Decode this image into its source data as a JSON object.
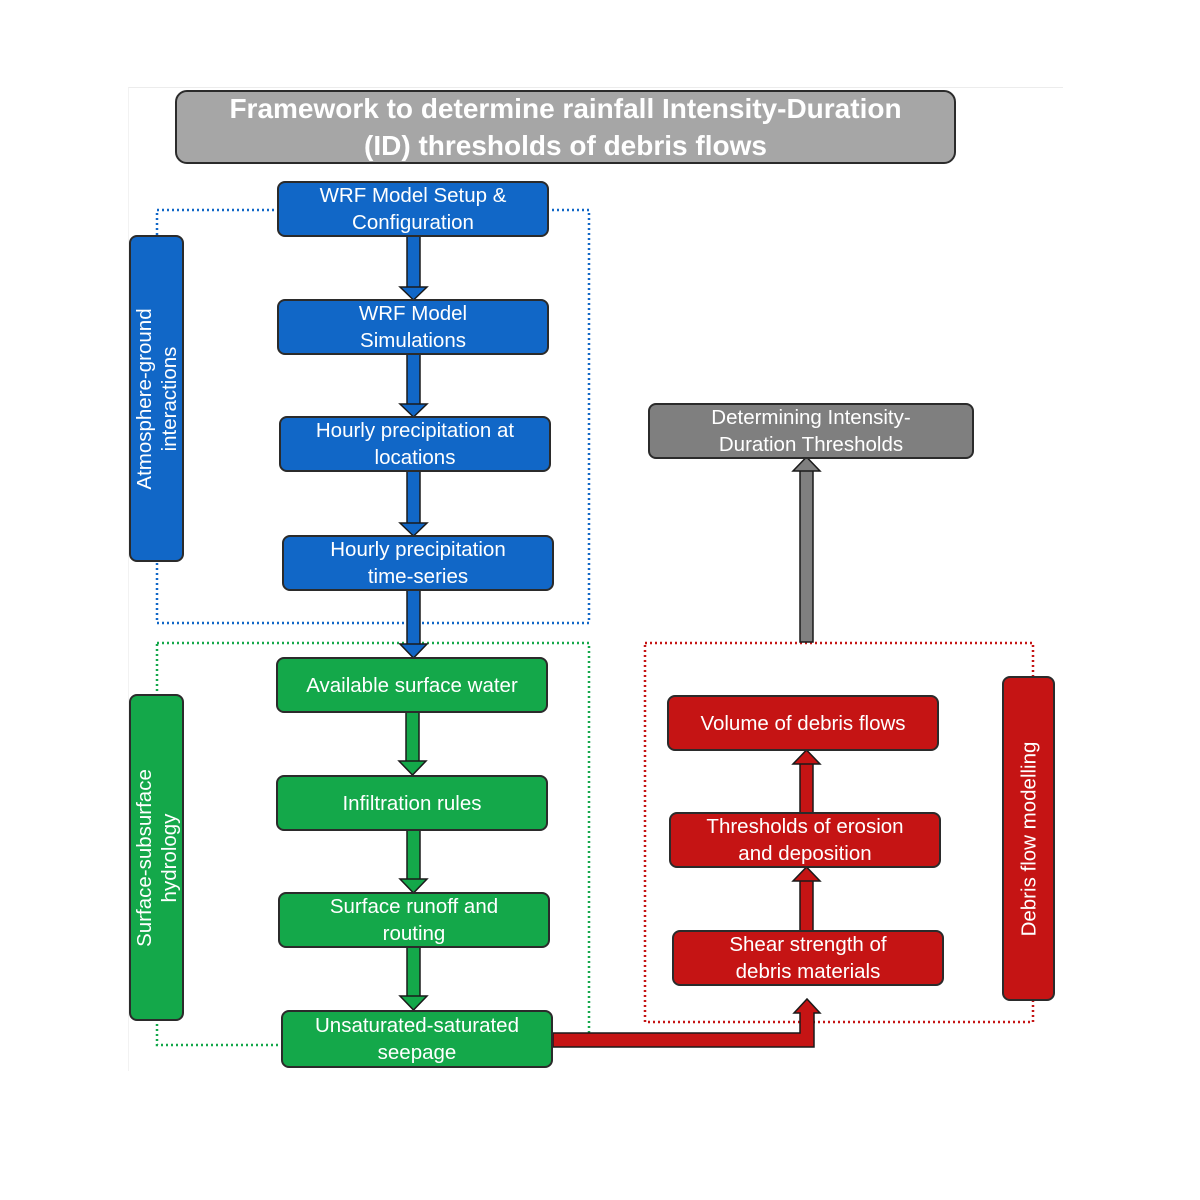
{
  "title": "Framework to determine rainfall Intensity-Duration\n(ID) thresholds of debris flows",
  "groups": {
    "atmosphere": "Atmosphere-ground\ninteractions",
    "hydrology": "Surface-subsurface\nhydrology",
    "debris": "Debris flow modelling"
  },
  "nodes": {
    "wrf_setup": "WRF Model Setup &\nConfiguration",
    "wrf_sim": "WRF Model\nSimulations",
    "hourly_loc": "Hourly precipitation at\nlocations",
    "hourly_ts": "Hourly precipitation\ntime-series",
    "surface_water": "Available surface water",
    "infiltration": "Infiltration rules",
    "runoff": "Surface runoff and\nrouting",
    "seepage": "Unsaturated-saturated\nseepage",
    "volume": "Volume of debris flows",
    "erosion": "Thresholds of erosion\nand deposition",
    "shear": "Shear strength of\ndebris materials",
    "id_thresholds": "Determining Intensity-\nDuration Thresholds"
  },
  "colors": {
    "blue": "#1167c7",
    "green": "#14a84a",
    "red": "#c51414",
    "gray": "#7f7f7f",
    "title_gray": "#a6a6a6"
  }
}
